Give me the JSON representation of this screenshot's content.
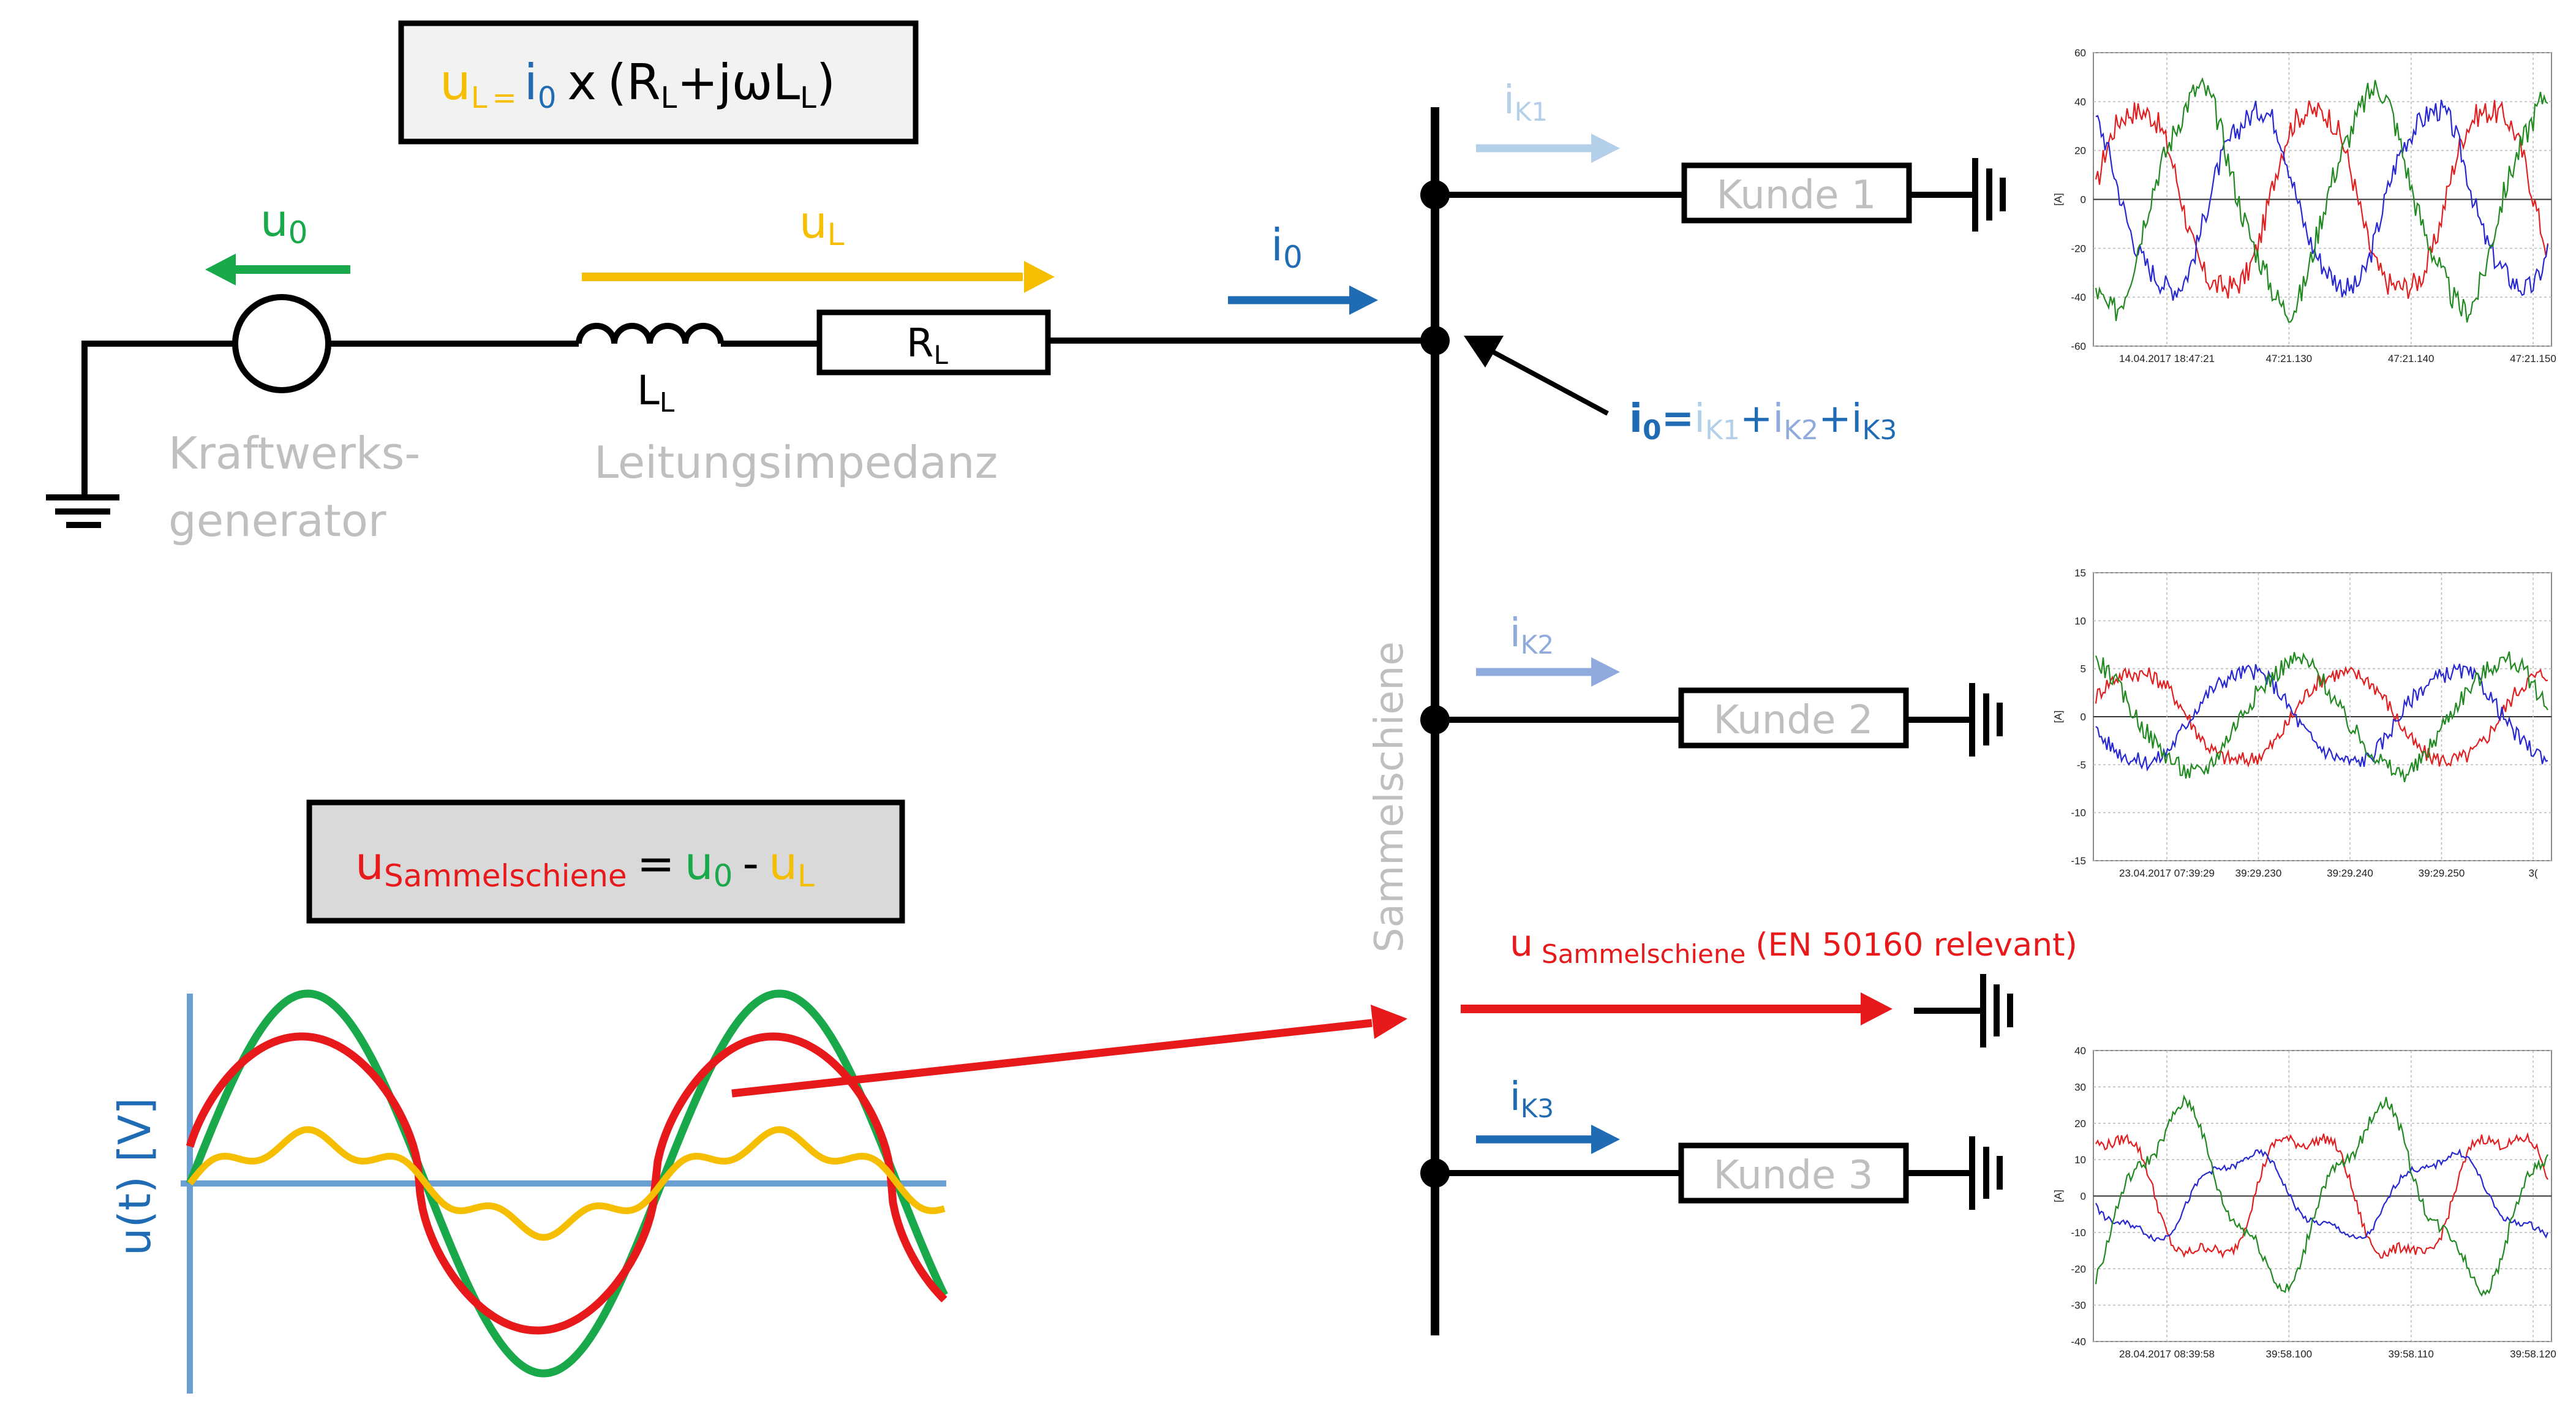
{
  "formula_top": {
    "u": "u",
    "u_sub": "L",
    "eq": "=",
    "i": "i",
    "i_sub": "0",
    "mul": "x",
    "rest_a": "(R",
    "rest_sub1": "L",
    "rest_b": "+jωL",
    "rest_sub2": "L",
    "rest_c": ")"
  },
  "formula_bottom": {
    "u": "u",
    "u_sub": "Sammelschiene",
    "eq": "=",
    "u0": "u",
    "u0_sub": "0",
    "minus": "-",
    "uL": "u",
    "uL_sub": "L"
  },
  "labels": {
    "u0": "u",
    "u0_sub": "0",
    "uL": "u",
    "uL_sub": "L",
    "i0": "i",
    "i0_sub": "0",
    "LL": "L",
    "LL_sub": "L",
    "RL": "R",
    "RL_sub": "L",
    "generator_line1": "Kraftwerks-",
    "generator_line2": "generator",
    "impedance": "Leitungsimpedanz",
    "busbar": "Sammelschiene",
    "sum_i0": "i",
    "sum_i0_sub": "0",
    "sum_eq": "=",
    "sum_ik1": "i",
    "sum_ik1_sub": "K1",
    "plus1": "+",
    "sum_ik2": "i",
    "sum_ik2_sub": "K2",
    "plus2": "+",
    "sum_ik3": "i",
    "sum_ik3_sub": "K3",
    "ik1": "i",
    "ik1_sub": "K1",
    "ik2": "i",
    "ik2_sub": "K2",
    "ik3": "i",
    "ik3_sub": "K3",
    "kunde1": "Kunde 1",
    "kunde2": "Kunde 2",
    "kunde3": "Kunde 3",
    "ubus": "u",
    "ubus_sub": "Sammelschiene",
    "ubus_note": "(EN 50160 relevant)",
    "yaxis": "u(t) [V]"
  },
  "colors": {
    "yellow": "#F5BE00",
    "green": "#19A84A",
    "red": "#E8191B",
    "blue_dark": "#1F6CB5",
    "blue_light": "#B4CFEA",
    "blue_mid": "#8FAADC",
    "gray_text": "#BFBFBF",
    "black": "#000000",
    "axis_blue": "#6A9FD3"
  },
  "chart_data": [
    {
      "type": "line",
      "series": [
        {
          "color": "red"
        },
        {
          "color": "blue"
        },
        {
          "color": "green"
        }
      ],
      "ylabel": "[A]",
      "yticks": [
        "60",
        "40",
        "20",
        "0",
        "-20",
        "-40",
        "-60"
      ],
      "ylim": [
        -60,
        60
      ],
      "xticks": [
        "14.04.2017 18:47:21",
        "47:21.130",
        "47:21.140",
        "47:21.150"
      ]
    },
    {
      "type": "line",
      "series": [
        {
          "color": "red"
        },
        {
          "color": "blue"
        },
        {
          "color": "green"
        }
      ],
      "ylabel": "[A]",
      "yticks": [
        "15",
        "10",
        "5",
        "0",
        "-5",
        "-10",
        "-15"
      ],
      "ylim": [
        -15,
        15
      ],
      "xticks": [
        "23.04.2017 07:39:29",
        "39:29.230",
        "39:29.240",
        "39:29.250",
        "3("
      ]
    },
    {
      "type": "line",
      "series": [
        {
          "color": "red"
        },
        {
          "color": "blue"
        },
        {
          "color": "green"
        }
      ],
      "ylabel": "[A]",
      "yticks": [
        "40",
        "30",
        "20",
        "10",
        "0",
        "-10",
        "-20",
        "-30",
        "-40"
      ],
      "ylim": [
        -40,
        40
      ],
      "xticks": [
        "28.04.2017 08:39:58",
        "39:58.100",
        "39:58.110",
        "39:58.120"
      ]
    },
    {
      "type": "line",
      "ylabel": "u(t) [V]",
      "series": [
        {
          "color": "green"
        },
        {
          "color": "red"
        },
        {
          "color": "yellow"
        }
      ]
    }
  ]
}
